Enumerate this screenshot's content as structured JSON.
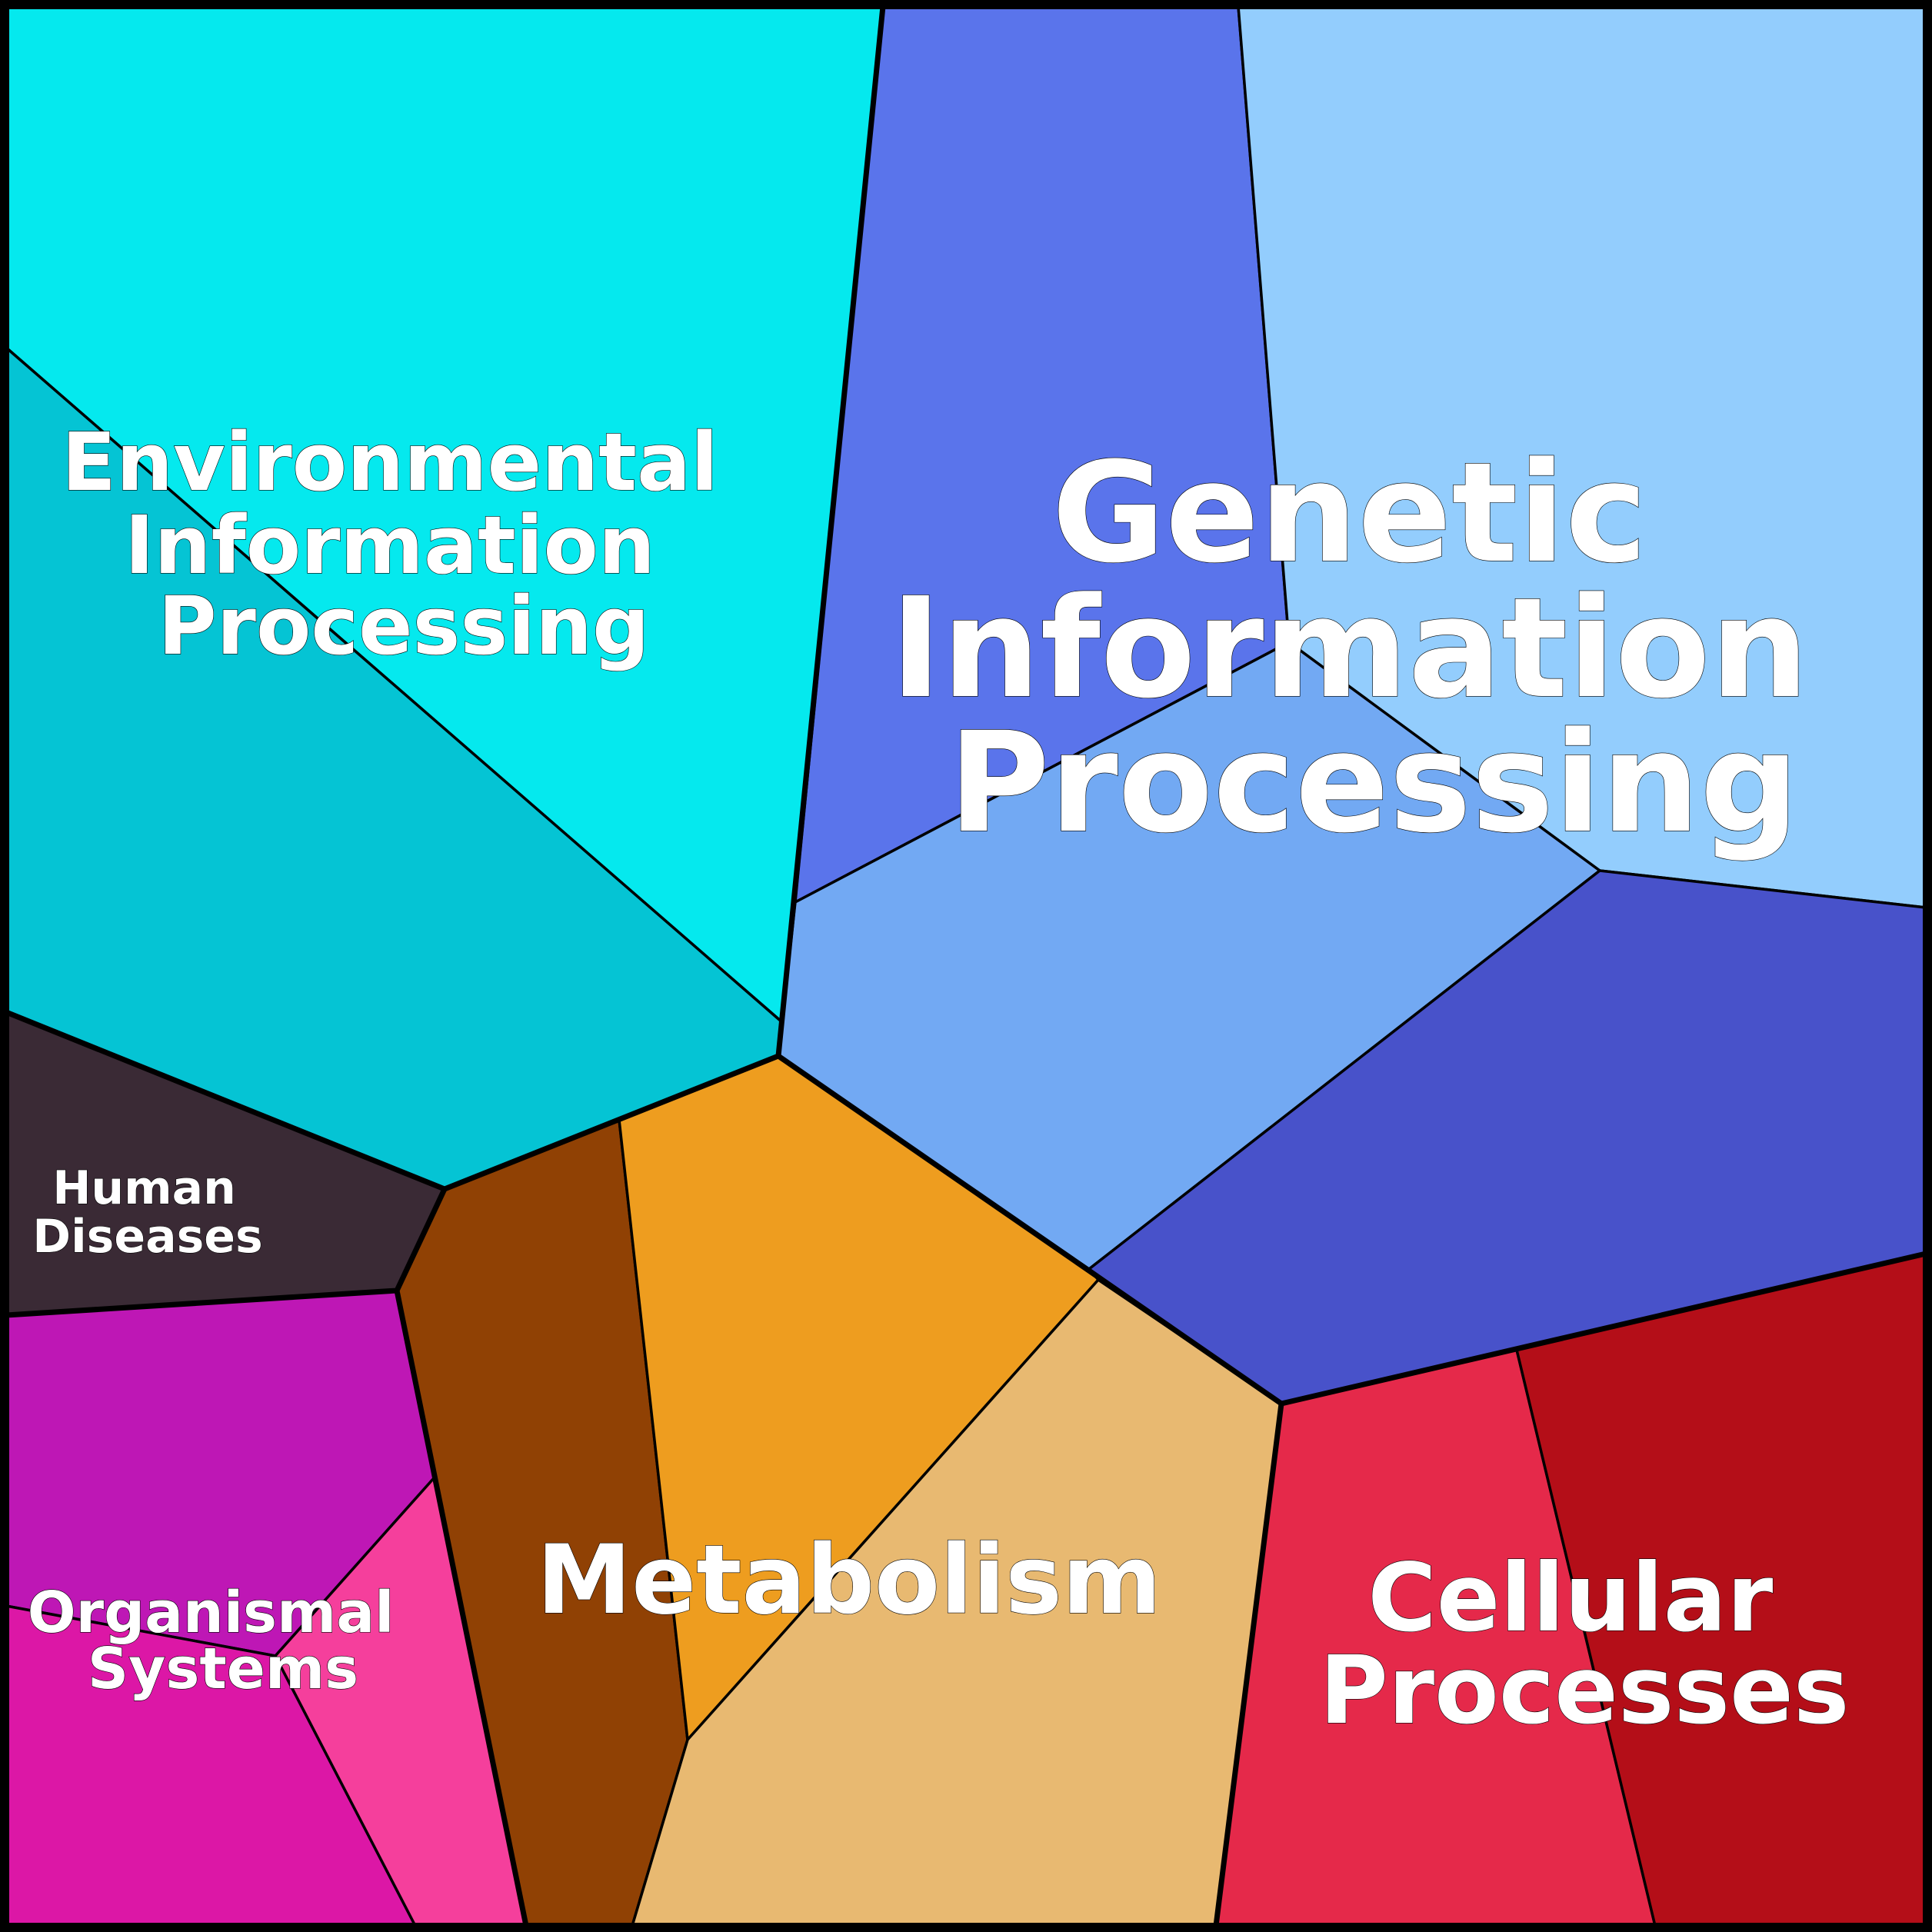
{
  "labels": {
    "environmental": [
      "Environmental",
      "Information",
      "Processing"
    ],
    "genetic": [
      "Genetic",
      "Information",
      "Processing"
    ],
    "human_diseases": [
      "Human",
      "Diseases"
    ],
    "organismal": [
      "Organismal",
      "Systems"
    ],
    "metabolism": [
      "Metabolism"
    ],
    "cellular": [
      "Cellular",
      "Processes"
    ]
  },
  "colors": {
    "env_top": "#05E9EE",
    "env_left": "#05C4D4",
    "human_diseases": "#3A2A35",
    "org_purple": "#BE17B5",
    "org_magenta": "#DC17A6",
    "org_pink": "#F53F9C",
    "met_brown": "#904104",
    "met_orange": "#EE9D1F",
    "met_tan": "#E8B971",
    "gen_blue": "#5A74EB",
    "gen_skyblue": "#93CDFD",
    "gen_lightblue": "#72A9F3",
    "gen_indigo": "#4852CA",
    "cell_red": "#E5294A",
    "cell_darkred": "#B40E18"
  }
}
